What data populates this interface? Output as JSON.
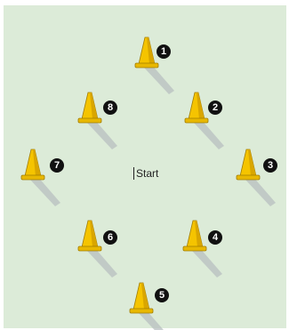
{
  "diagram": {
    "start_label": "Start",
    "cones": [
      {
        "id": "cone-1",
        "number": "1"
      },
      {
        "id": "cone-2",
        "number": "2"
      },
      {
        "id": "cone-3",
        "number": "3"
      },
      {
        "id": "cone-4",
        "number": "4"
      },
      {
        "id": "cone-5",
        "number": "5"
      },
      {
        "id": "cone-6",
        "number": "6"
      },
      {
        "id": "cone-7",
        "number": "7"
      },
      {
        "id": "cone-8",
        "number": "8"
      }
    ]
  },
  "colors": {
    "field": "#dcebd8",
    "cone_fill": "#f5c400",
    "cone_shade": "#d9a600",
    "shadow": "#b8bfc0",
    "badge": "#111111"
  }
}
